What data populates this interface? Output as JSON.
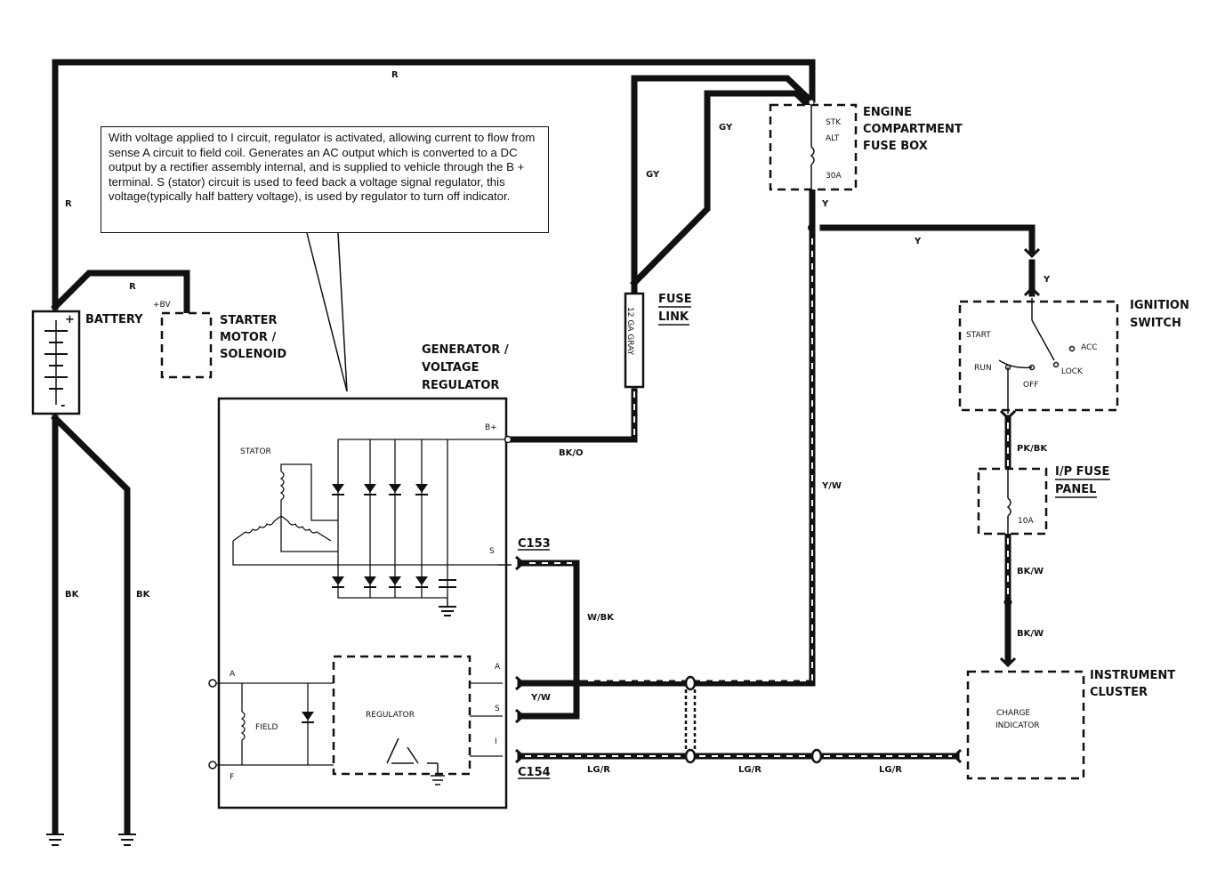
{
  "note_text": "With voltage applied to I circuit, regulator is activated, allowing current to flow from sense A circuit to field coil.  Generates an AC output which is converted to a DC output by a rectifier assembly internal, and is supplied to vehicle through the B + terminal.   S (stator) circuit is used to feed back a voltage signal regulator, this voltage(typically half battery voltage), is used by regulator to turn off indicator.",
  "components": {
    "battery": "BATTERY",
    "battery_plus": "+",
    "battery_minus": "-",
    "starter_line1": "STARTER",
    "starter_line2": "MOTOR /",
    "starter_line3": "SOLENOID",
    "starter_terminal": "+BV",
    "generator_line1": "GENERATOR /",
    "generator_line2": "VOLTAGE",
    "generator_line3": "REGULATOR",
    "stator": "STATOR",
    "field": "FIELD",
    "regulator": "REGULATOR",
    "fuse_box_line1": "ENGINE",
    "fuse_box_line2": "COMPARTMENT",
    "fuse_box_line3": "FUSE BOX",
    "fuse_stk": "STK",
    "fuse_alt": "ALT",
    "fuse_30a": "30A",
    "fuse_link_line1": "FUSE",
    "fuse_link_line2": "LINK",
    "fuse_link_gauge": "12 GA GRAY",
    "ignition_line1": "IGNITION",
    "ignition_line2": "SWITCH",
    "ign_start": "START",
    "ign_run": "RUN",
    "ign_off": "OFF",
    "ign_lock": "LOCK",
    "ign_acc": "ACC",
    "ip_fuse_line1": "I/P FUSE",
    "ip_fuse_line2": "PANEL",
    "ip_fuse_10a": "10A",
    "cluster_line1": "INSTRUMENT",
    "cluster_line2": "CLUSTER",
    "charge_line1": "CHARGE",
    "charge_line2": "INDICATOR"
  },
  "terminals": {
    "b_plus": "B+",
    "s": "S",
    "a": "A",
    "i": "I",
    "f": "F"
  },
  "connectors": {
    "c153": "C153",
    "c154": "C154"
  },
  "wire_colors": {
    "r_top": "R",
    "r_left": "R",
    "r_starter": "R",
    "gy1": "GY",
    "gy2": "GY",
    "y_fuse": "Y",
    "y_horizontal": "Y",
    "y_ign": "Y",
    "yw_vertical": "Y/W",
    "yw_short": "Y/W",
    "bk_left": "BK",
    "bk_right": "BK",
    "bko": "BK/O",
    "wbk": "W/BK",
    "pkbk": "PK/BK",
    "bkw1": "BK/W",
    "bkw2": "BK/W",
    "lgr1": "LG/R",
    "lgr2": "LG/R",
    "lgr3": "LG/R"
  }
}
